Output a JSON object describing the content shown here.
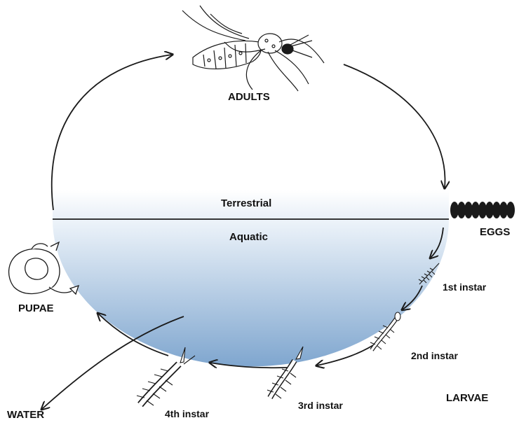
{
  "labels": {
    "adults": "ADULTS",
    "terrestrial": "Terrestrial",
    "aquatic": "Aquatic",
    "eggs": "EGGS",
    "pupae": "PUPAE",
    "water": "WATER",
    "larvae": "LARVAE",
    "instar_1": "1st instar",
    "instar_2": "2nd instar",
    "instar_3": "3rd instar",
    "instar_4": "4th instar"
  },
  "colors": {
    "water_top": "#f4f8fc",
    "water_bottom": "#7fa6cf",
    "line": "#1a1a1a"
  },
  "icons": {
    "adult": "mosquito-icon",
    "eggs": "egg-raft-icon",
    "pupa": "pupa-icon",
    "larva": "larva-icon"
  }
}
